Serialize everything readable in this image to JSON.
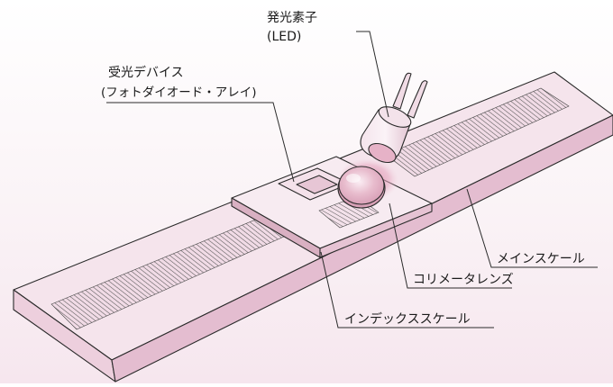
{
  "labels": {
    "led_line1": "発光素子",
    "led_line2": "(LED)",
    "receiver_line1": "受光デバイス",
    "receiver_line2": "(フォトダイオード・アレイ)",
    "main_scale": "メインスケール",
    "collimator_lens": "コリメータレンズ",
    "index_scale": "インデックススケール"
  },
  "colors": {
    "scale_top": "#f5e4ec",
    "scale_front": "#edcfdd",
    "scale_end": "#e2b8cb",
    "index_top": "#f7ebf1",
    "index_side": "#d9b0c2",
    "led_glow": "#d98aa7",
    "outline": "#2b2b2b"
  }
}
